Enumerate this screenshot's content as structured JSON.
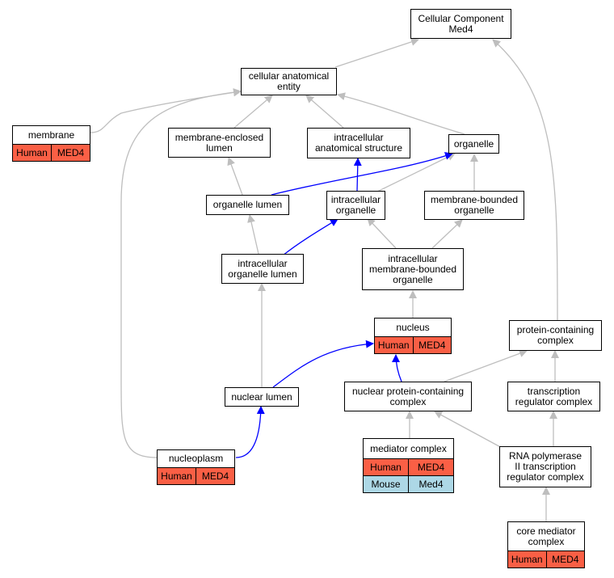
{
  "colors": {
    "gray_edge": "#bebebe",
    "blue_edge": "#0000ff",
    "human_bg": "#fa5f45",
    "mouse_bg": "#add8e6"
  },
  "nodes": [
    {
      "id": "cc",
      "lines": [
        "Cellular Component",
        "Med4"
      ]
    },
    {
      "id": "cae",
      "lines": [
        "cellular anatomical",
        "entity"
      ]
    },
    {
      "id": "membrane",
      "lines": [
        "membrane"
      ],
      "annotations": [
        {
          "species": "Human",
          "gene": "MED4"
        }
      ]
    },
    {
      "id": "mel",
      "lines": [
        "membrane-enclosed",
        "lumen"
      ]
    },
    {
      "id": "ias",
      "lines": [
        "intracellular",
        "anatomical structure"
      ]
    },
    {
      "id": "organelle",
      "lines": [
        "organelle"
      ]
    },
    {
      "id": "ol",
      "lines": [
        "organelle lumen"
      ]
    },
    {
      "id": "io",
      "lines": [
        "intracellular",
        "organelle"
      ]
    },
    {
      "id": "mbo",
      "lines": [
        "membrane-bounded",
        "organelle"
      ]
    },
    {
      "id": "iol",
      "lines": [
        "intracellular",
        "organelle lumen"
      ]
    },
    {
      "id": "imbo",
      "lines": [
        "intracellular",
        "membrane-bounded",
        "organelle"
      ]
    },
    {
      "id": "nucleus",
      "lines": [
        "nucleus"
      ],
      "annotations": [
        {
          "species": "Human",
          "gene": "MED4"
        }
      ]
    },
    {
      "id": "pcc",
      "lines": [
        "protein-containing",
        "complex"
      ]
    },
    {
      "id": "nl",
      "lines": [
        "nuclear lumen"
      ]
    },
    {
      "id": "npcc",
      "lines": [
        "nuclear protein-containing",
        "complex"
      ]
    },
    {
      "id": "trc",
      "lines": [
        "transcription",
        "regulator complex"
      ]
    },
    {
      "id": "np",
      "lines": [
        "nucleoplasm"
      ],
      "annotations": [
        {
          "species": "Human",
          "gene": "MED4"
        }
      ]
    },
    {
      "id": "mc",
      "lines": [
        "mediator complex"
      ],
      "annotations": [
        {
          "species": "Human",
          "gene": "MED4"
        },
        {
          "species": "Mouse",
          "gene": "Med4"
        }
      ]
    },
    {
      "id": "rnap",
      "lines": [
        "RNA polymerase",
        "II transcription",
        "regulator complex"
      ]
    },
    {
      "id": "cmc",
      "lines": [
        "core mediator",
        "complex"
      ],
      "annotations": [
        {
          "species": "Human",
          "gene": "MED4"
        }
      ]
    }
  ]
}
